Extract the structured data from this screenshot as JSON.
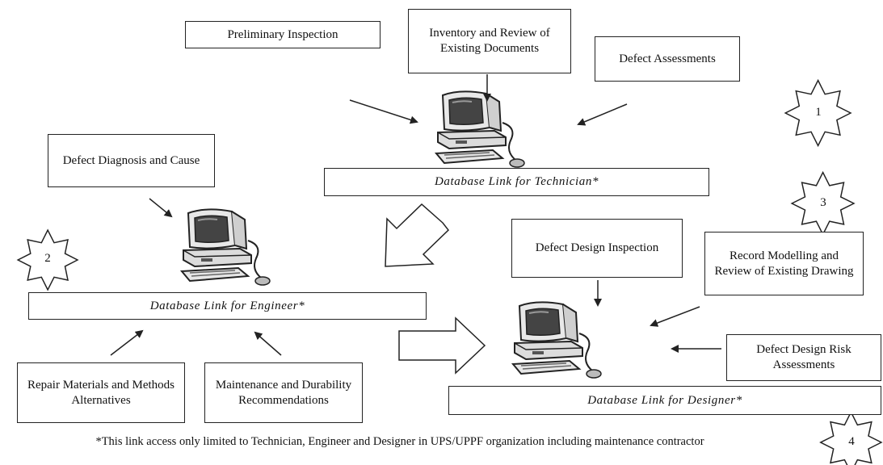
{
  "boxes": {
    "preliminary_inspection": "Preliminary Inspection",
    "inventory_review": "Inventory and Review of Existing Documents",
    "defect_assessments": "Defect Assessments",
    "defect_diagnosis": "Defect Diagnosis and Cause",
    "defect_design_inspection": "Defect Design Inspection",
    "record_modelling": "Record Modelling and Review of Existing Drawing",
    "repair_materials": "Repair Materials and Methods Alternatives",
    "maintenance_durability": "Maintenance and Durability Recommendations",
    "defect_design_risk": "Defect Design Risk Assessments"
  },
  "links": {
    "technician": "Database Link for Technician*",
    "engineer": "Database Link for Engineer*",
    "designer": "Database Link for Designer*"
  },
  "stars": {
    "one": "1",
    "two": "2",
    "three": "3",
    "four": "4"
  },
  "footnote": "*This link access only limited to Technician, Engineer and Designer in UPS/UPPF organization including maintenance contractor",
  "icons": [
    "computer-icon",
    "star-badge-icon",
    "arrow-icon",
    "hollow-arrow-icon"
  ],
  "colors": {
    "stroke": "#222222",
    "screen": "#333333",
    "background": "#ffffff"
  }
}
